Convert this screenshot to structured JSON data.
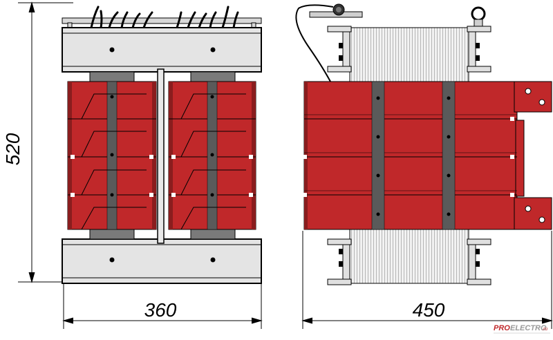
{
  "dimensions": {
    "height_front": "520",
    "width_front": "360",
    "width_side": "450"
  },
  "watermark": {
    "brand_part1": "PRO",
    "brand_part2": "ELECTRO",
    "brand_part3": ".ru"
  },
  "colors": {
    "winding": "#c0282a",
    "core": "#5a5a5a",
    "yoke": "#e4e4e4",
    "outline": "#000000"
  }
}
